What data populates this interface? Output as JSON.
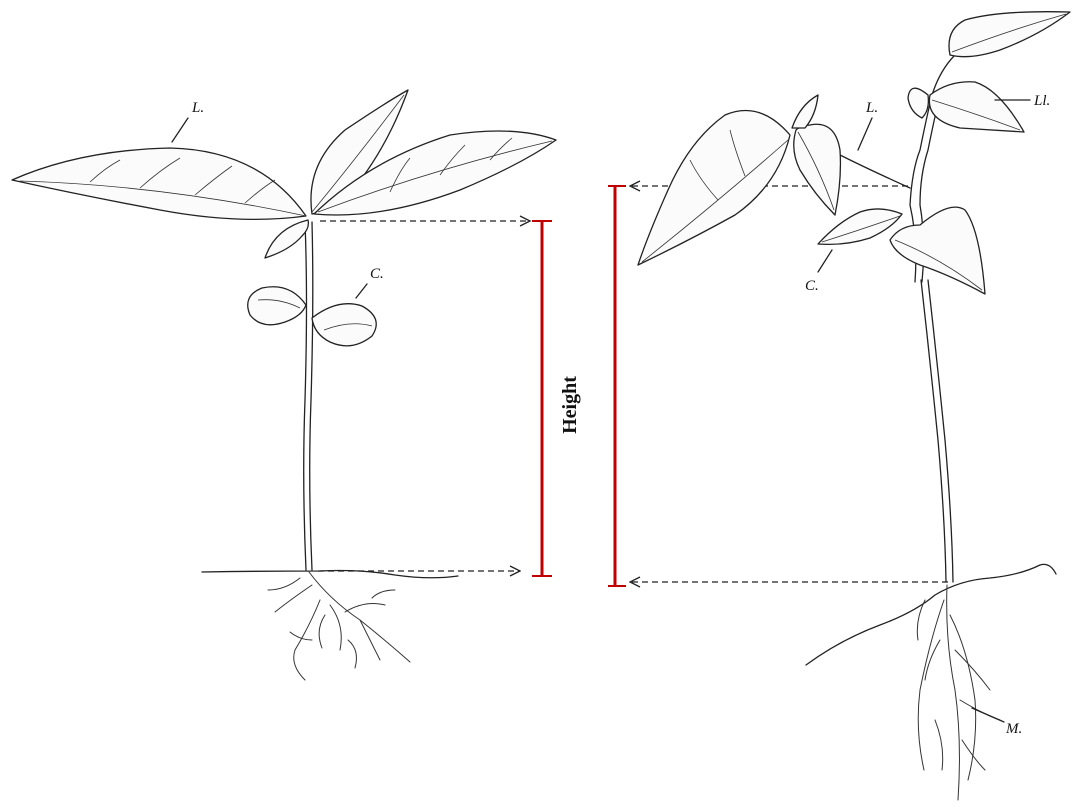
{
  "left_plant": {
    "label_leaf": "L.",
    "label_cotyledon": "C."
  },
  "right_plant": {
    "label_leaf": "L.",
    "label_leaflet": "Ll.",
    "label_cotyledon": "C.",
    "label_root": "M."
  },
  "measure": {
    "label": "Height",
    "color": "#c00000"
  }
}
